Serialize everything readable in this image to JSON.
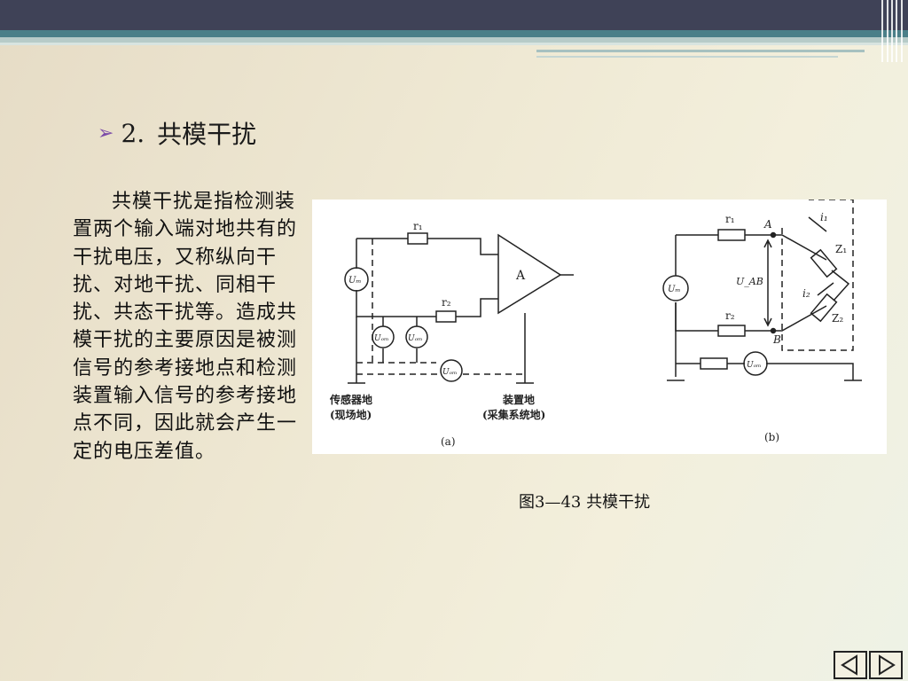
{
  "slide": {
    "heading_number": "2.",
    "heading_title": "共模干扰",
    "paragraph": "共模干扰是指检测装置两个输入端对地共有的干扰电压，又称纵向干扰、对地干扰、同相干扰、共态干扰等。造成共模干扰的主要原因是被测信号的参考接地点和检测装置输入信号的参考接地点不同，因此就会产生一定的电压差值。",
    "caption": "图3—43 共模干扰"
  },
  "figure": {
    "a": {
      "r1": "r₁",
      "r2": "r₂",
      "amp": "A",
      "source": "Uₘ",
      "cm1": "Uₒₘ",
      "cm2": "Uₒₘ",
      "ground_source": "Uₒₘ",
      "sensor_ground_1": "传感器地",
      "sensor_ground_2": "(现场地)",
      "device_ground_1": "装置地",
      "device_ground_2": "(采集系统地)",
      "label": "(a)"
    },
    "b": {
      "r1": "r₁",
      "r2": "r₂",
      "node_a": "A",
      "node_b": "B",
      "i1": "i₁",
      "i2": "i₂",
      "z1": "Z₁",
      "z2": "Z₂",
      "uab": "U_AB",
      "source": "Uₘ",
      "cm": "Uₒₘ",
      "label": "(b)"
    }
  },
  "nav": {
    "prev": "previous",
    "next": "next"
  }
}
